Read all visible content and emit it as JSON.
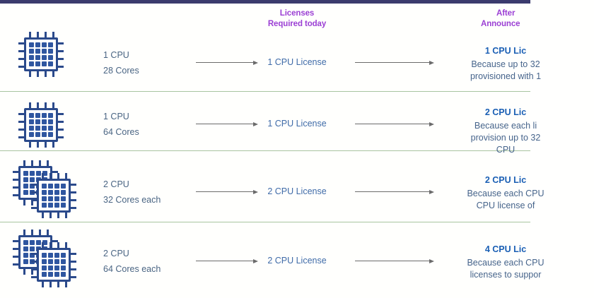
{
  "theme": {
    "top_bar_color": "#3b3b6d",
    "header_color": "#9b3fd4",
    "left_text_color": "#4a6583",
    "mid_text_color": "#3f6ba8",
    "right_title_color": "#1a5fb4",
    "right_desc_color": "#46648b",
    "separator_color": "#a8c4a0",
    "chip_outline_color": "#2b4a8b",
    "chip_pad_color": "#2f56a0",
    "arrow_color": "#6b6b6b",
    "background": "#fffffd"
  },
  "headers": {
    "middle_line1": "Licenses",
    "middle_line2": "Required today",
    "right_line1": "After",
    "right_line2": "Announce"
  },
  "rows": [
    {
      "icon": "cpu-chip-single-icon",
      "chip_count": 1,
      "left_line1": "1 CPU",
      "left_line2": "28 Cores",
      "middle": "1 CPU License",
      "right_title": "1 CPU Lic",
      "right_desc_lines": [
        "Because up to 32",
        "provisioned with 1"
      ]
    },
    {
      "icon": "cpu-chip-single-icon",
      "chip_count": 1,
      "left_line1": "1 CPU",
      "left_line2": "64 Cores",
      "middle": "1 CPU License",
      "right_title": "2 CPU Lic",
      "right_desc_lines": [
        "Because each li",
        "provision up to 32",
        "CPU"
      ]
    },
    {
      "icon": "cpu-chip-double-icon",
      "chip_count": 2,
      "left_line1": "2 CPU",
      "left_line2": "32 Cores each",
      "middle": "2 CPU License",
      "right_title": "2 CPU Lic",
      "right_desc_lines": [
        "Because each CPU",
        "CPU license of"
      ]
    },
    {
      "icon": "cpu-chip-double-icon",
      "chip_count": 2,
      "left_line1": "2 CPU",
      "left_line2": "64 Cores each",
      "middle": "2 CPU License",
      "right_title": "4 CPU Lic",
      "right_desc_lines": [
        "Because each CPU",
        "licenses to suppor"
      ]
    }
  ]
}
